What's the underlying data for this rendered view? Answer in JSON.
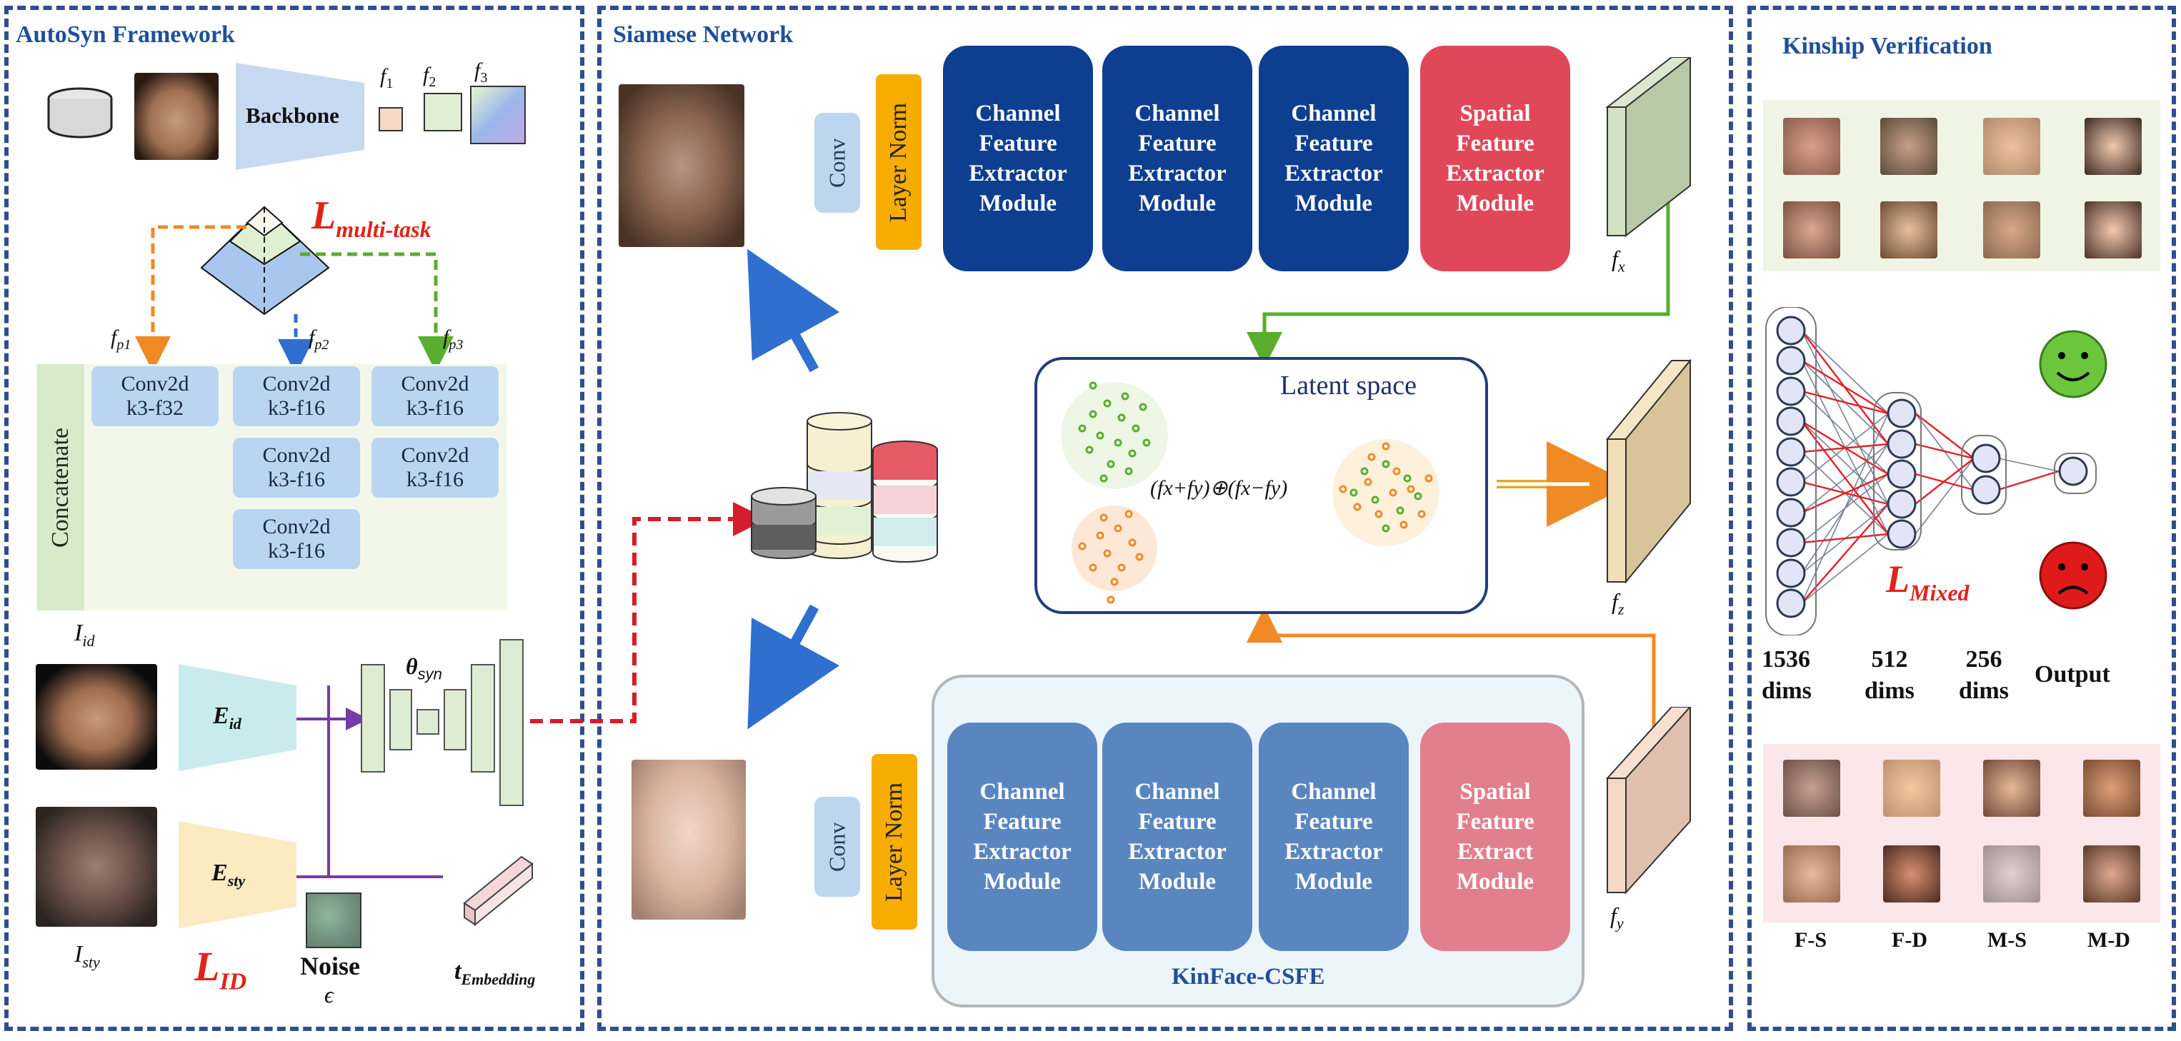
{
  "panels": {
    "autosyn": "AutoSyn Framework",
    "siamese": "Siamese Network",
    "kinship": "Kinship Verification"
  },
  "autosyn": {
    "backbone": "Backbone",
    "feat": [
      "f",
      "1",
      "f",
      "2",
      "f",
      "3"
    ],
    "loss_L": "L",
    "loss_sub": "multi-task",
    "fp": [
      [
        "f",
        "p1"
      ],
      [
        "f",
        "p2"
      ],
      [
        "f",
        "p3"
      ]
    ],
    "conv_col1": [
      "Conv2d\nk3-f32"
    ],
    "conv_col2": [
      "Conv2d\nk3-f16",
      "Conv2d\nk3-f16",
      "Conv2d\nk3-f16"
    ],
    "conv_col3": [
      "Conv2d\nk3-f16",
      "Conv2d\nk3-f16"
    ],
    "concatenate": "Concatenate",
    "i_id": [
      "I",
      "id"
    ],
    "i_sty": [
      "I",
      "sty"
    ],
    "e_id": [
      "E",
      "id"
    ],
    "e_sty": [
      "E",
      "sty"
    ],
    "theta": [
      "θ",
      "syn"
    ],
    "noise": "Noise",
    "epsilon": "ϵ",
    "t_emb": [
      "t",
      "Embedding"
    ],
    "lid": [
      "L",
      "ID"
    ]
  },
  "siamese": {
    "conv": "Conv",
    "layer_norm": "Layer Norm",
    "top_modules": [
      "Channel\nFeature\nExtractor\nModule",
      "Channel\nFeature\nExtractor\nModule",
      "Channel\nFeature\nExtractor\nModule",
      "Spatial\nFeature\nExtractor\nModule"
    ],
    "bottom_modules": [
      "Channel\nFeature\nExtractor\nModule",
      "Channel\nFeature\nExtractor\nModule",
      "Channel\nFeature\nExtractor\nModule",
      "Spatial\nFeature\nExtract\nModule"
    ],
    "kinface": "KinFace-CSFE",
    "latent": "Latent space",
    "formula": "(fx+fy)⊕(fx−fy)",
    "fx": [
      "f",
      "x"
    ],
    "fy": [
      "f",
      "y"
    ],
    "fz": [
      "f",
      "z"
    ]
  },
  "kinship": {
    "dims": [
      "1536\ndims",
      "512\ndims",
      "256\ndims",
      "Output"
    ],
    "lmixed": [
      "L",
      "Mixed"
    ],
    "pairs": [
      "F-S",
      "F-D",
      "M-S",
      "M-D"
    ]
  },
  "colors": {
    "panel_border": "#2c4f8f",
    "dark_module": "#0e3e8f",
    "light_module": "#5a86c0",
    "red_module": "#e0485a",
    "orange": "#f08a24",
    "green": "#5aad2e",
    "red": "#e2231a"
  }
}
